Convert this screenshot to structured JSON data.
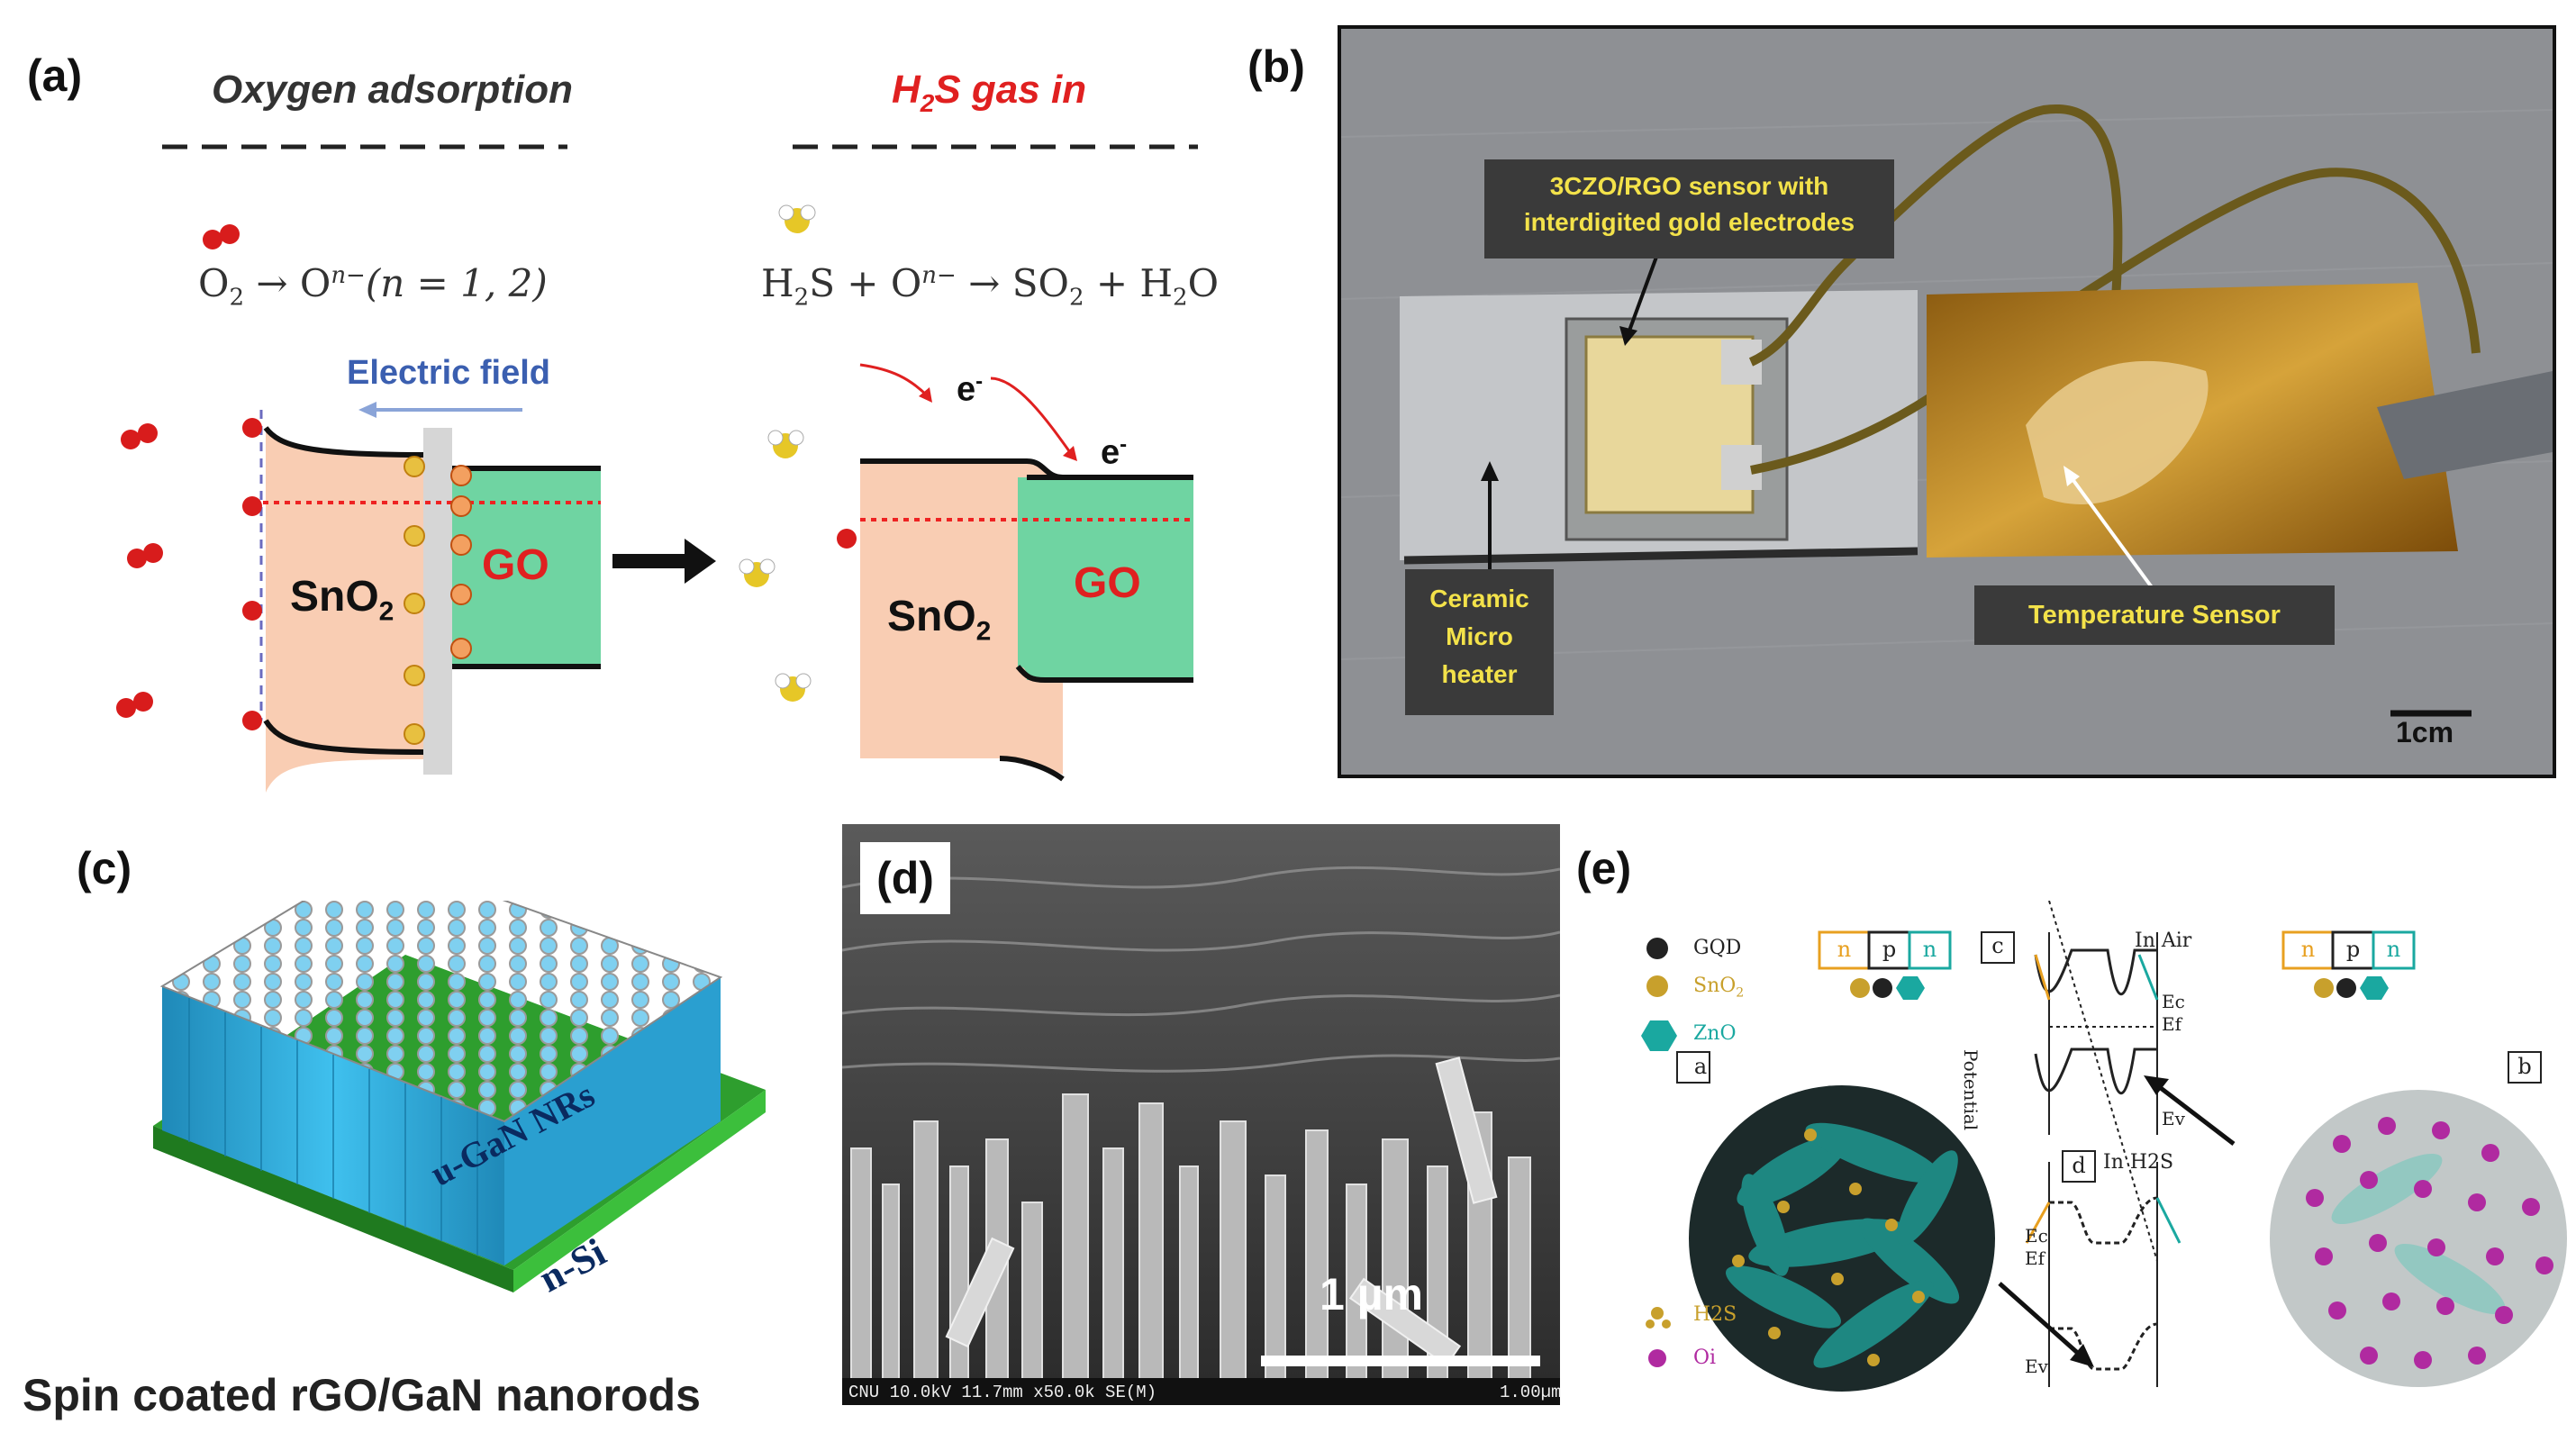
{
  "panels": {
    "a": {
      "label": "(a)",
      "left_title": "Oxygen adsorption",
      "right_title_prefix": "H",
      "right_title_sub": "2",
      "right_title_suffix": "S gas in",
      "left_eq_o": "O",
      "left_eq_o_sub": "2",
      "left_eq_arrow": " → O",
      "left_eq_sup": "n−",
      "left_eq_tail": "(n = 1, 2)",
      "right_eq": "H",
      "right_eq_sub1": "2",
      "right_eq_mid": "S + O",
      "right_eq_sup": "n−",
      "right_eq_arrow": " → SO",
      "right_eq_sub2": "2",
      "right_eq_plus": " +  H",
      "right_eq_sub3": "2",
      "right_eq_end": "O",
      "electric_field": "Electric field",
      "sno2": "SnO",
      "sno2_sub": "2",
      "go": "GO",
      "electron": "e",
      "electron_sup": "-"
    },
    "b": {
      "label": "(b)",
      "sensor_callout_line1": "3CZO/RGO sensor with",
      "sensor_callout_line2": "interdigited gold electrodes",
      "heater_line1": "Ceramic",
      "heater_line2": "Micro",
      "heater_line3": "heater",
      "temp_sensor": "Temperature Sensor",
      "scale": "1cm"
    },
    "c": {
      "label": "(c)",
      "nanorods": "u-GaN NRs",
      "substrate": "n-Si",
      "caption": "Spin coated rGO/GaN nanorods"
    },
    "d": {
      "label": "(d)",
      "scale": "1 µm",
      "footer_left": "CNU 10.0kV 11.7mm x50.0k SE(M)",
      "footer_right": "1.00µm"
    },
    "e": {
      "label": "(e)",
      "legend_gqd": "GQD",
      "legend_sno2": "SnO",
      "legend_sno2_sub": "2",
      "legend_zno": "ZnO",
      "legend_h2s": "H2S",
      "legend_oi": "Oi",
      "box_a": "a",
      "box_b": "b",
      "box_c": "c",
      "box_d": "d",
      "n1": "n",
      "p": "p",
      "n2": "n",
      "in_air": "In Air",
      "in_h2s": "In  H2S",
      "potential": "Potential",
      "ec": "Ec",
      "ef": "Ef",
      "ev": "Ev"
    }
  },
  "colors": {
    "sno2_fill": "#f9cdb3",
    "go_fill": "#6fd4a2",
    "red_title": "#e02020",
    "field_blue": "#3b5fb0",
    "callout_bg": "#3a3a3a",
    "callout_text": "#f3e24a",
    "gan_blue": "#2fa6d8",
    "si_green": "#3cbf3c"
  }
}
